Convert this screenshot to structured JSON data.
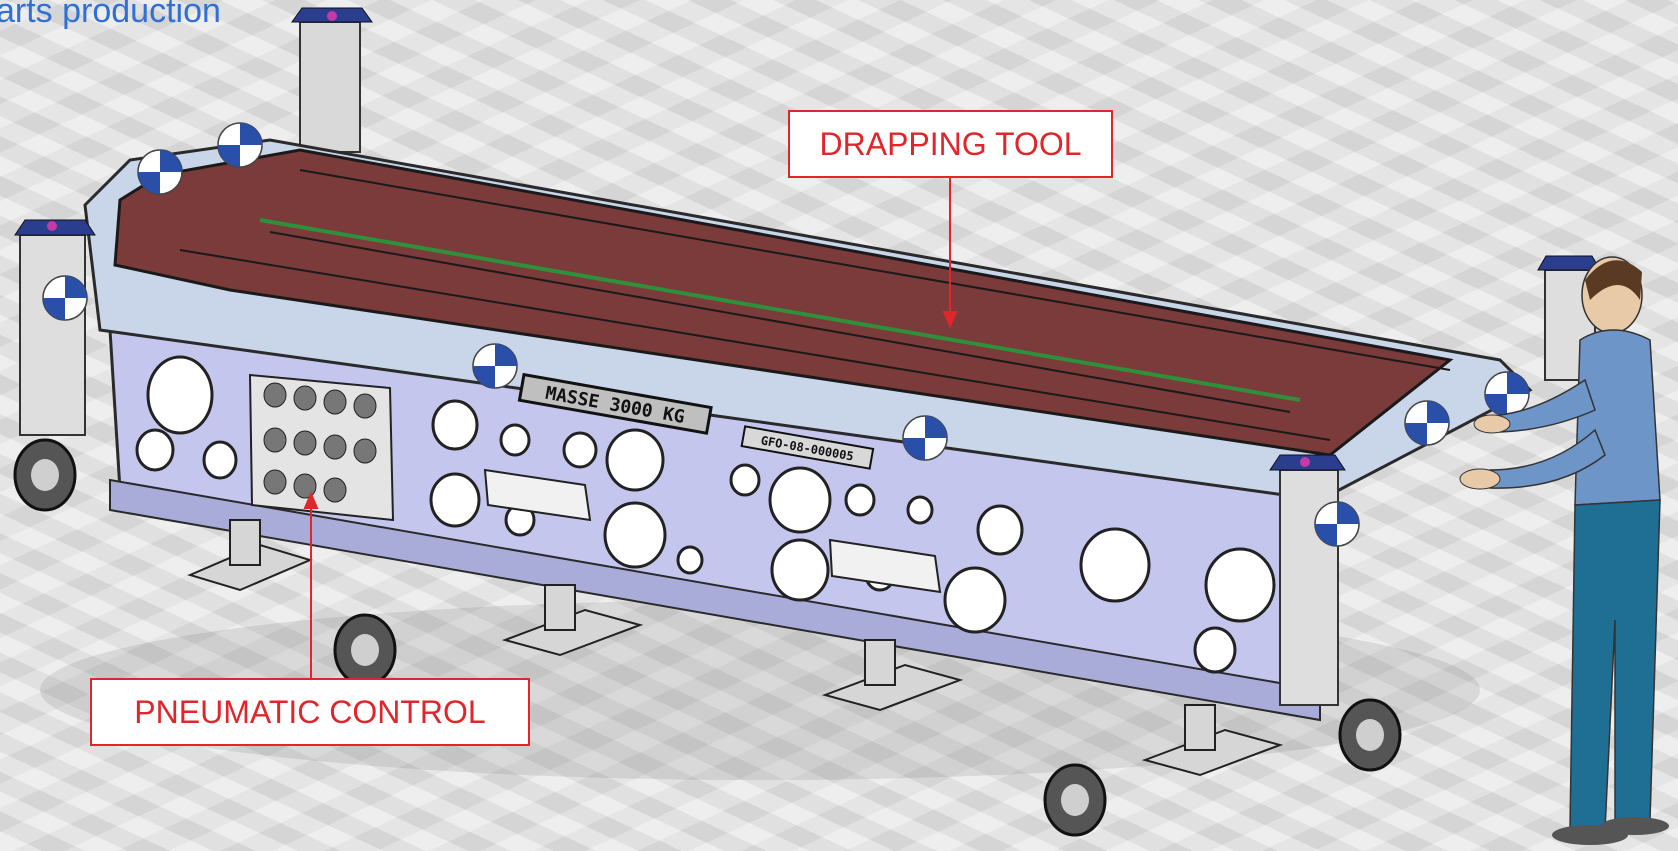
{
  "header": {
    "title": "arts production"
  },
  "callouts": {
    "drapping_tool": "DRAPPING TOOL",
    "pneumatic_control": "PNEUMATIC CONTROL"
  },
  "plates": {
    "mass": "MASSE 3000 KG",
    "ref": "GFO-08-000005"
  },
  "colors": {
    "title": "#2f6fd6",
    "callout": "#e0262b",
    "tool_surface": "#7a3b3a",
    "frame": "#c4c6ee",
    "rim": "#c9d6ea",
    "shirt": "#6e95c7",
    "trousers": "#1f6f94"
  }
}
